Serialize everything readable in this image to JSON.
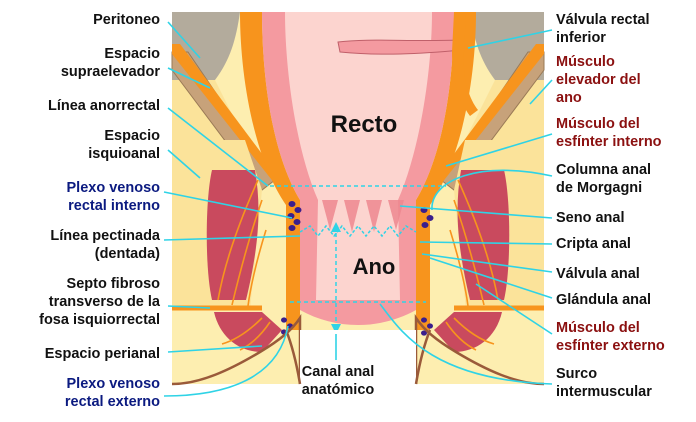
{
  "colors": {
    "background_panel": "#fdeeb0",
    "fat": "#fbe39a",
    "gray_layer": "#b3ab9c",
    "orange": "#f7941d",
    "muscle": "#c94a5e",
    "muscle_dark": "#a83548",
    "mucosa": "#f49aa0",
    "lumen": "#fcd4cf",
    "skin_line": "#9a5a3a",
    "pointer": "#2fd3e6",
    "venous": "#3a1e8c",
    "label_black": "#111111",
    "label_navy": "#0b1a80",
    "label_maroon": "#8b1010"
  },
  "center_labels": {
    "recto": "Recto",
    "ano": "Ano"
  },
  "left_labels": {
    "peritoneo": "Peritoneo",
    "espacio_supraelevador": [
      "Espacio",
      "supraelevador"
    ],
    "linea_anorrectal": "Línea anorrectal",
    "espacio_isquioanal": [
      "Espacio",
      "isquioanal"
    ],
    "plexo_venoso_rectal_interno": [
      "Plexo venoso",
      "rectal interno"
    ],
    "linea_pectinada": [
      "Línea pectinada",
      "(dentada)"
    ],
    "septo_fibroso": [
      "Septo fibroso",
      "transverso de la",
      "fosa isquiorrectal"
    ],
    "espacio_perianal": "Espacio perianal",
    "plexo_venoso_rectal_externo": [
      "Plexo venoso",
      "rectal externo"
    ]
  },
  "right_labels": {
    "valvula_rectal_inferior": [
      "Válvula rectal",
      "inferior"
    ],
    "musculo_elevador_del_ano": [
      "Músculo",
      "elevador del",
      "ano"
    ],
    "musculo_esfinter_interno": [
      "Músculo del",
      "esfínter interno"
    ],
    "columna_anal_de_morgagni": [
      "Columna anal",
      "de Morgagni"
    ],
    "seno_anal": "Seno anal",
    "cripta_anal": "Cripta anal",
    "valvula_anal": "Válvula anal",
    "glandula_anal": "Glándula anal",
    "musculo_esfinter_externo": [
      "Músculo del",
      "esfínter externo"
    ],
    "surco_intermuscular": [
      "Surco",
      "intermuscular"
    ]
  },
  "bottom_labels": {
    "canal_anal_anatomico": [
      "Canal anal",
      "anatómico"
    ]
  }
}
